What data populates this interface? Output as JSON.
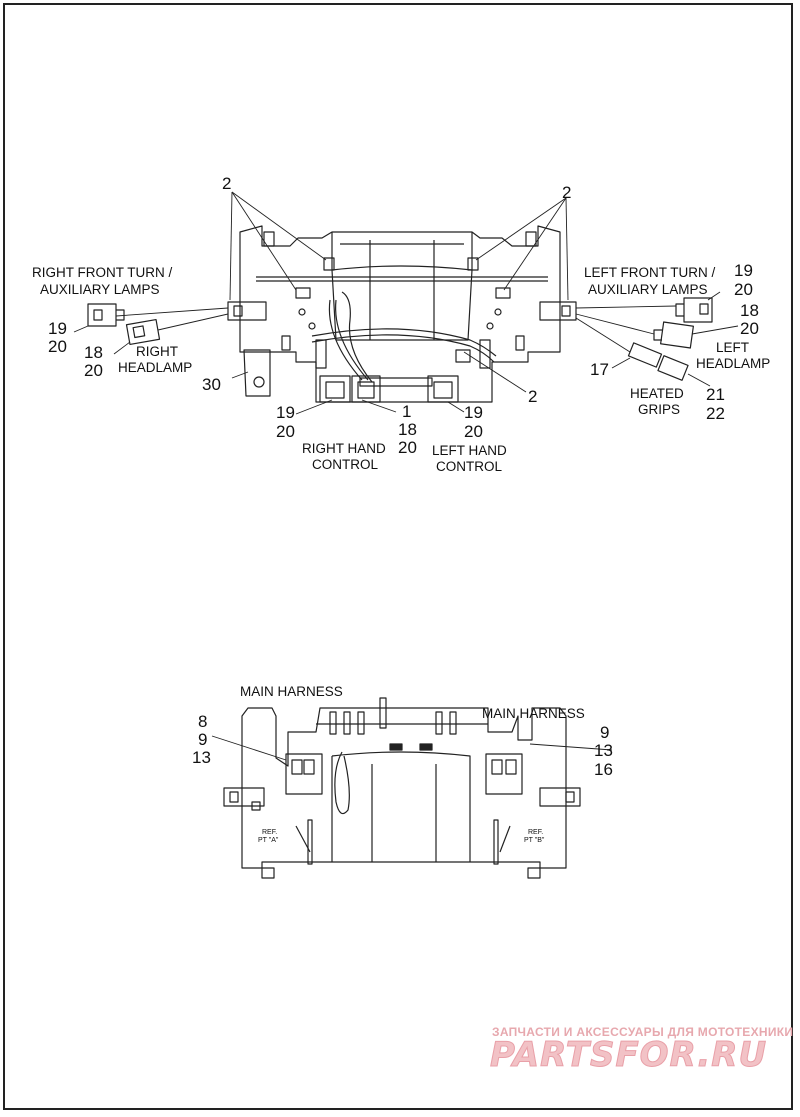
{
  "upper_view": {
    "callouts": {
      "c2_left": "2",
      "c2_right": "2",
      "c2_lower": "2",
      "c19_a": "19",
      "c20_a": "20",
      "c18_a": "18",
      "c20_b": "20",
      "c30": "30",
      "c19_b": "19",
      "c20_c": "20",
      "c1": "1",
      "c18_b": "18",
      "c20_d": "20",
      "c19_c": "19",
      "c20_e": "20",
      "c19_d": "19",
      "c20_f": "20",
      "c18_c": "18",
      "c20_g": "20",
      "c17": "17",
      "c21": "21",
      "c22": "22"
    },
    "labels": {
      "right_front_turn_1": "RIGHT FRONT TURN /",
      "right_front_turn_2": "AUXILIARY LAMPS",
      "right_headlamp_1": "RIGHT",
      "right_headlamp_2": "HEADLAMP",
      "right_hand_control_1": "RIGHT HAND",
      "right_hand_control_2": "CONTROL",
      "left_hand_control_1": "LEFT HAND",
      "left_hand_control_2": "CONTROL",
      "left_front_turn_1": "LEFT FRONT TURN /",
      "left_front_turn_2": "AUXILIARY LAMPS",
      "left_headlamp_1": "LEFT",
      "left_headlamp_2": "HEADLAMP",
      "heated_grips_1": "HEATED",
      "heated_grips_2": "GRIPS"
    }
  },
  "lower_view": {
    "callouts": {
      "c8": "8",
      "c9_left": "9",
      "c13_left": "13",
      "c9_right": "9",
      "c13_right": "13",
      "c16": "16"
    },
    "labels": {
      "main_harness_left": "MAIN HARNESS",
      "main_harness_right": "MAIN HARNESS",
      "ref_a_1": "REF.",
      "ref_a_2": "PT \"A\"",
      "ref_b_1": "REF.",
      "ref_b_2": "PT \"B\""
    }
  },
  "watermark": {
    "subtitle": "ЗАПЧАСТИ И АКСЕССУАРЫ ДЛЯ МОТОТЕХНИКИ",
    "brand": "PARTSFOR.RU"
  },
  "colors": {
    "line": "#222222",
    "watermark": "#e9a0a8"
  }
}
